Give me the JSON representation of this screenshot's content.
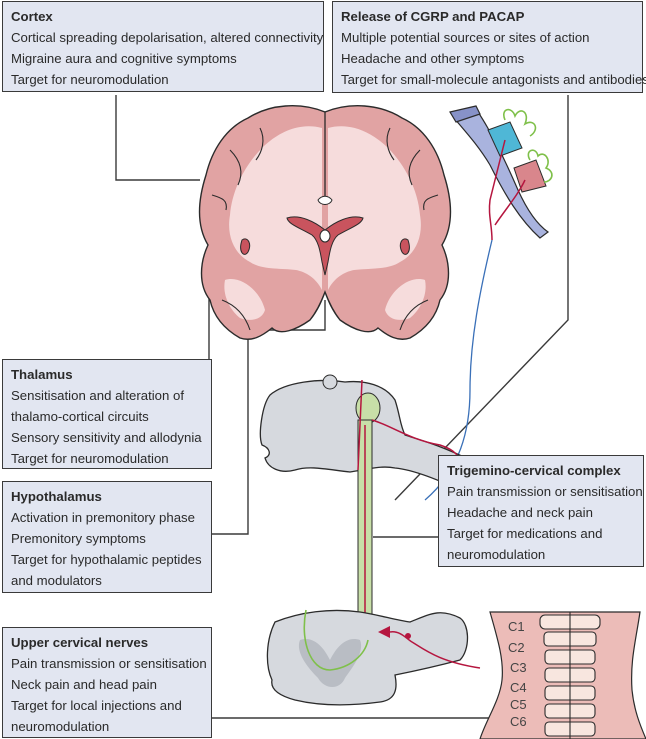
{
  "figure": "Migraine pathophysiology anatomical diagram",
  "colors": {
    "box_fill": "#e2e6f1",
    "box_border": "#3a3a3a",
    "brain_grey_matter": "#e1a3a3",
    "brain_white_matter": "#f6dcdc",
    "ventricle": "#c9545e",
    "nerve_red": "#b5163f",
    "nerve_green": "#7fc04a",
    "vessel_blue": "#a9b3de",
    "vessel_cyan": "#4fb7d6",
    "spinal_grey": "#d6d9de",
    "spinal_tract_green": "#c8dfa8",
    "neck_skin": "#ecbcb8",
    "vertebra": "#f8e6df"
  },
  "boxes": {
    "cortex": {
      "title": "Cortex",
      "lines": [
        "Cortical spreading depolarisation, altered connectivity",
        "Migraine aura and cognitive symptoms",
        "Target for neuromodulation"
      ]
    },
    "cgrp": {
      "title": "Release of CGRP and PACAP",
      "lines": [
        "Multiple potential sources or sites of action",
        "Headache and other symptoms",
        "Target for small-molecule antagonists and antibodies"
      ]
    },
    "thalamus": {
      "title": "Thalamus",
      "lines": [
        "Sensitisation and alteration of",
        "thalamo-cortical circuits",
        "Sensory sensitivity and allodynia",
        "Target for neuromodulation"
      ]
    },
    "hypothalamus": {
      "title": "Hypothalamus",
      "lines": [
        "Activation in premonitory phase",
        "Premonitory symptoms",
        "Target for hypothalamic peptides",
        "and modulators"
      ]
    },
    "trigemino": {
      "title": "Trigemino-cervical complex",
      "lines": [
        "Pain transmission or sensitisation",
        "Headache and neck pain",
        "Target for medications and",
        "neuromodulation"
      ]
    },
    "cervical": {
      "title": "Upper cervical nerves",
      "lines": [
        "Pain transmission or sensitisation",
        "Neck pain and head pain",
        "Target for local injections and",
        "neuromodulation"
      ]
    }
  },
  "vertebra_labels": [
    "C1",
    "C2",
    "C3",
    "C4",
    "C5",
    "C6"
  ]
}
